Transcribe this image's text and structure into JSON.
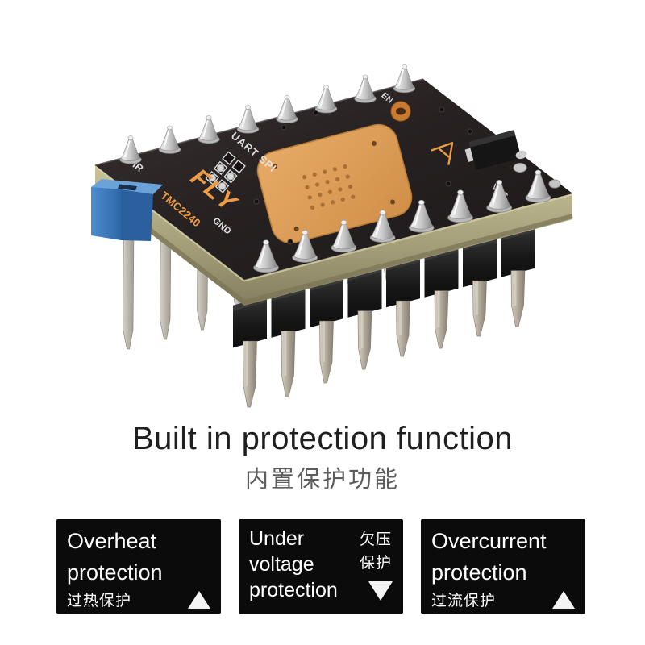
{
  "title": {
    "en": "Built in protection function",
    "zh": "内置保护功能"
  },
  "features": [
    {
      "en_lines": [
        "Overheat",
        "protection"
      ],
      "zh": "过热保护",
      "arrow": "up"
    },
    {
      "en_lines": [
        "Under",
        "voltage",
        "protection"
      ],
      "zh": "欠压保护",
      "zh_lines": [
        "欠压",
        "保护"
      ],
      "arrow": "down"
    },
    {
      "en_lines": [
        "Overcurrent",
        "protection"
      ],
      "zh": "过流保护",
      "arrow": "up"
    }
  ],
  "board": {
    "brand": "FLY",
    "model": "TMC2240",
    "silkscreen": {
      "interface": "UART SPI",
      "dir": "DIR",
      "gnd": "GND",
      "en": "EN",
      "vcc": "VCC"
    }
  },
  "colors": {
    "accent_orange": "#ed9b45",
    "pcb_black": "#241f20",
    "copper_pad": "#d99a52",
    "trimmer_blue": "#3c7ec2",
    "card_bg": "#0b0b0b"
  }
}
